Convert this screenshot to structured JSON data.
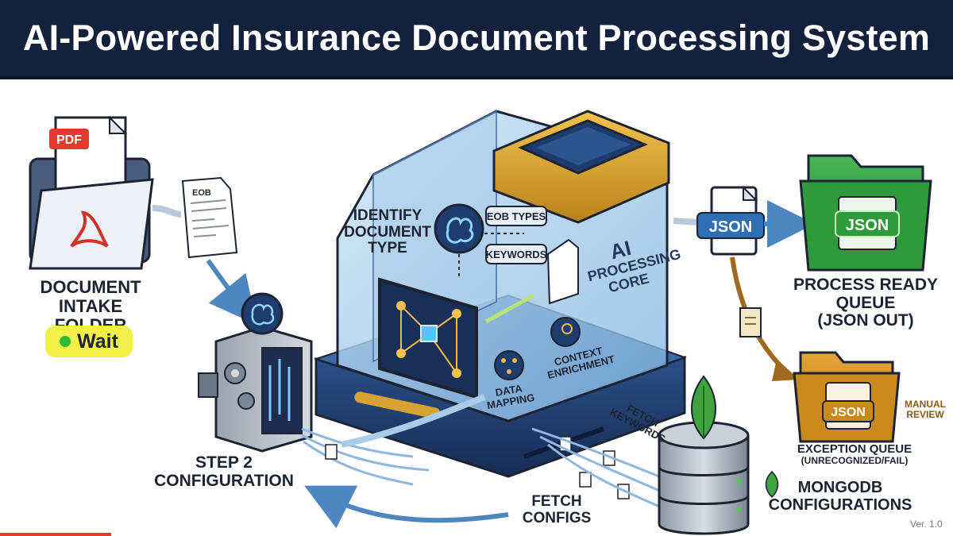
{
  "title": "AI-Powered Insurance Document Processing System",
  "intake": {
    "label_line1": "DOCUMENT INTAKE",
    "label_line2": "FOLDER",
    "pdf_tag": "PDF",
    "status": "Wait"
  },
  "eob_doc": {
    "header": "EOB"
  },
  "config": {
    "label_line1": "STEP 2",
    "label_line2": "CONFIGURATION"
  },
  "core": {
    "identify_line1": "IDENTIFY",
    "identify_line2": "DOCUMENT",
    "identify_line3": "TYPE",
    "tag_eob_types": "EOB TYPES",
    "tag_keywords": "KEYWORDS",
    "core_line1": "AI",
    "core_line2": "PROCESSING",
    "core_line3": "CORE",
    "data_line1": "DATA",
    "data_line2": "MAPPING",
    "context_line1": "CONTEXT",
    "context_line2": "ENRICHMENT"
  },
  "json_badge": "JSON",
  "ready_queue": {
    "line1": "PROCESS READY",
    "line2": "QUEUE",
    "line3": "(JSON OUT)",
    "json_tag": "JSON"
  },
  "exception_queue": {
    "line1": "EXCEPTION QUEUE",
    "line2": "(UNRECOGNIZED/FAIL)",
    "json_tag": "JSON",
    "manual_line1": "MANUAL",
    "manual_line2": "REVIEW"
  },
  "mongodb": {
    "line1": "MONGODB",
    "line2": "CONFIGURATIONS"
  },
  "fetch_keywords": {
    "line1": "FETCH",
    "line2": "KEYWORDS"
  },
  "fetch_configs": {
    "line1": "FETCH",
    "line2": "CONFIGS"
  },
  "version": "Ver. 1.0",
  "colors": {
    "title_bg": "#14213d",
    "ready_green": "#2f9a3c",
    "exception_gold": "#c98a1d",
    "core_blue": "#2f6fb3",
    "arrow_blue": "#4e86c0",
    "brown_arrow": "#a0691f",
    "mongo_leaf": "#3fa43f"
  }
}
